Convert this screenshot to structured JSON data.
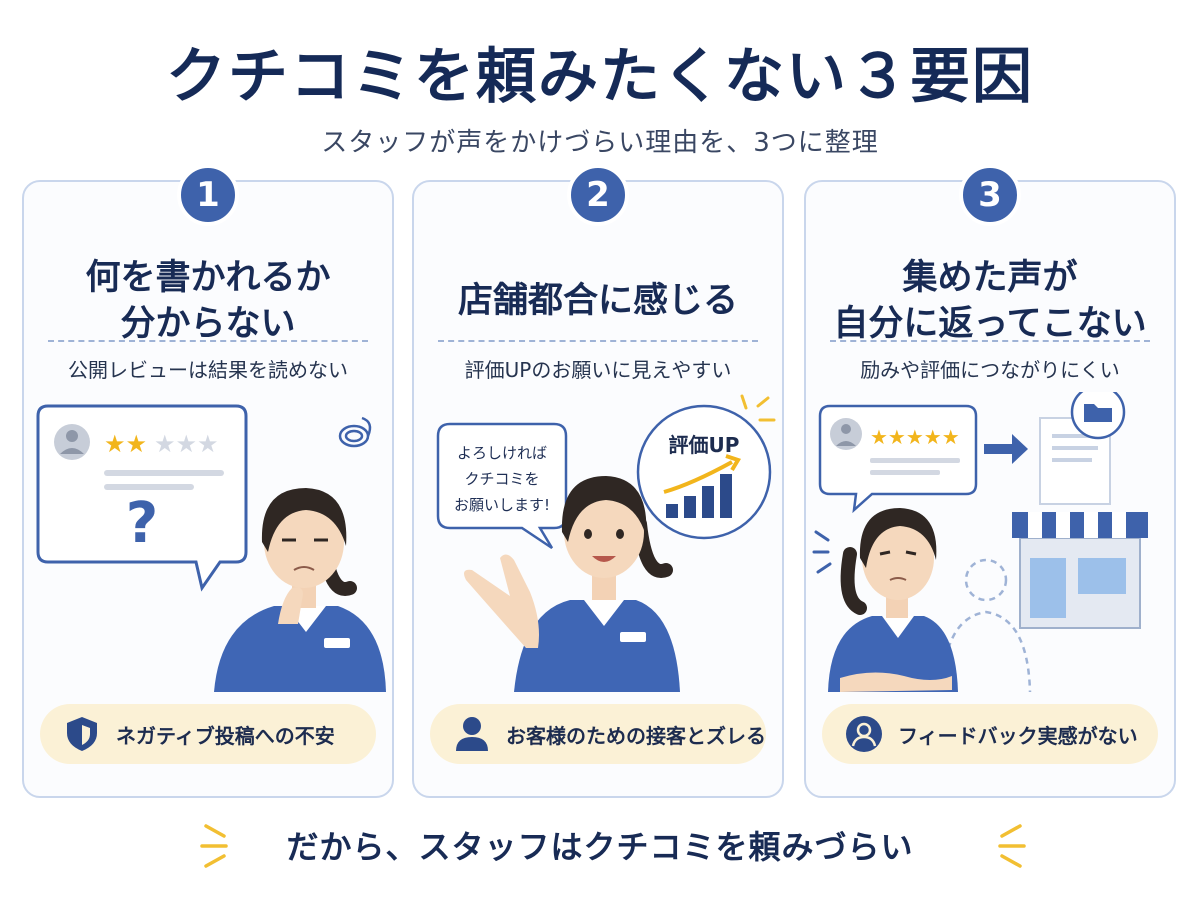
{
  "title": "クチコミを頼みたくない３要因",
  "subtitle": "スタッフが声をかけづらい理由を、3つに整理",
  "cards": [
    {
      "number": "1",
      "heading_line1": "何を書かれるか",
      "heading_line2": "分からない",
      "sub": "公開レビューは結果を読めない",
      "badge": "ネガティブ投稿への不安",
      "badge_icon": "shield-icon",
      "review_stars": "2 of 5",
      "bubble_mark": "?"
    },
    {
      "number": "2",
      "heading_line1": "店舗都合に感じる",
      "heading_line2": "",
      "sub": "評価UPのお願いに見えやすい",
      "badge": "お客様のための接客とズレる",
      "badge_icon": "person-icon",
      "speech_line1": "よろしければ",
      "speech_line2": "クチコミを",
      "speech_line3": "お願いします!",
      "chart_label": "評価UP"
    },
    {
      "number": "3",
      "heading_line1": "集めた声が",
      "heading_line2": "自分に返ってこない",
      "sub": "励みや評価につながりにくい",
      "badge": "フィードバック実感がない",
      "badge_icon": "user-circle-icon",
      "review_stars": "5 of 5"
    }
  ],
  "footer": "だから、スタッフはクチコミを頼みづらい",
  "colors": {
    "navy": "#182b55",
    "accent": "#3e62ab",
    "shirt": "#3f66b5",
    "badge_bg": "#fbf1d6",
    "star": "#f2b51c",
    "spark": "#f2bf32"
  }
}
